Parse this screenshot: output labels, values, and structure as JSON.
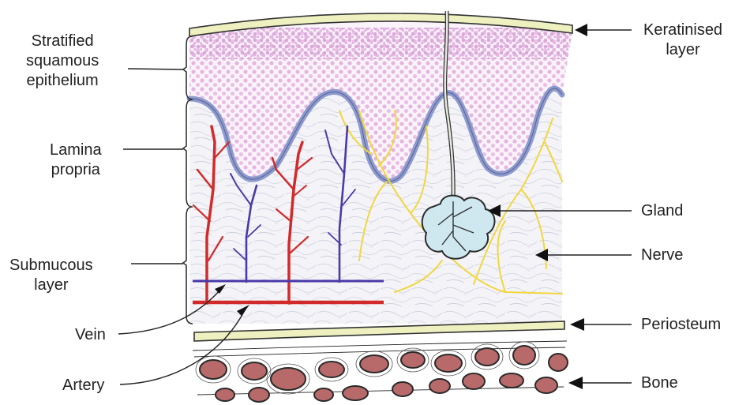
{
  "labels": {
    "stratified": [
      "Stratified",
      "squamous",
      "epithelium"
    ],
    "lamina": [
      "Lamina",
      "propria"
    ],
    "submucous": [
      "Submucous",
      "layer"
    ],
    "vein": "Vein",
    "artery": "Artery",
    "keratinised": [
      "Keratinised",
      "layer"
    ],
    "gland": "Gland",
    "nerve": "Nerve",
    "periosteum": "Periosteum",
    "bone": "Bone"
  },
  "colors": {
    "keratin": "#eef0c0",
    "epithelium_dots": "#e4b6e0",
    "basement_membrane": "#8c9ad0",
    "artery": "#d22a2a",
    "vein": "#4a3aa8",
    "nerve": "#f2d640",
    "gland": "#cfe8f0",
    "bone_cell": "#b86a6a",
    "connective": "#c8ccd8"
  }
}
